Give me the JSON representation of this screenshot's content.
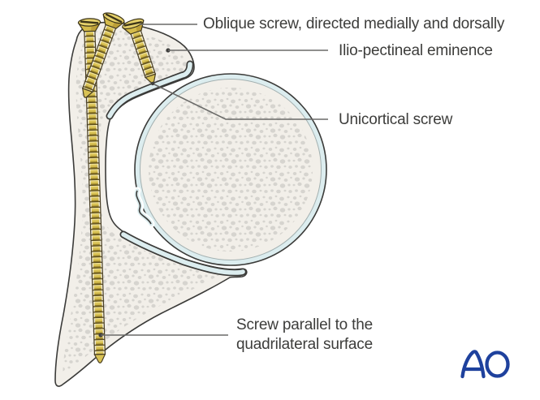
{
  "figure": {
    "title_hint": "Acetabular fixation illustration",
    "labels": {
      "oblique_screw": "Oblique screw, directed medially and dorsally",
      "iliopectineal_eminence": "Ilio-pectineal eminence",
      "unicortical_screw": "Unicortical screw",
      "parallel_screw": "Screw parallel to the quadrilateral surface"
    },
    "logo_text": "AO",
    "colors": {
      "background": "#ffffff",
      "bone_fill": "#f2efe9",
      "bone_stipple": "#d6d4cf",
      "outline": "#3b3b39",
      "cartilage_blue": "#dcedef",
      "screw_gold": "#d9c254",
      "screw_gold_light": "#efe093",
      "screw_gold_dark": "#8a7420",
      "screw_flange": "#f2edda",
      "leader_line": "#6a6a68",
      "label_text": "#3d3d3b",
      "logo_blue": "#1e419d"
    }
  }
}
